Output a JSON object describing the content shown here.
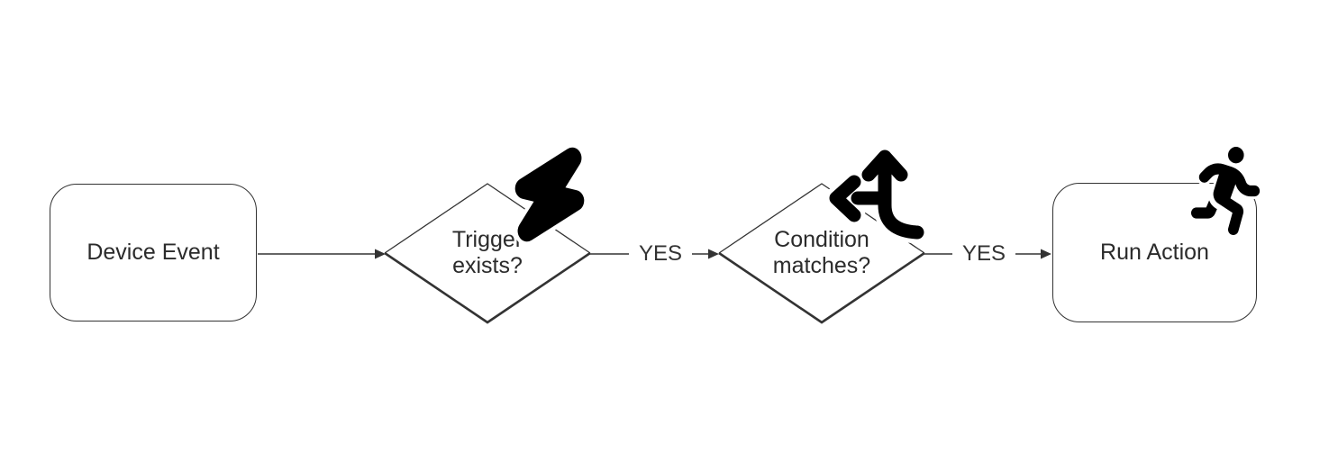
{
  "diagram": {
    "type": "flowchart",
    "background_color": "#ffffff",
    "stroke_color": "#333333",
    "text_color": "#2b2b2b",
    "icon_color": "#000000",
    "nodes": [
      {
        "id": "device-event",
        "shape": "rounded-rectangle",
        "label": "Device Event"
      },
      {
        "id": "trigger-exists",
        "shape": "diamond",
        "label": "Trigger exists?",
        "label_line1": "Trigger",
        "label_line2": "exists?",
        "icon": "lightning-bolt"
      },
      {
        "id": "condition-matches",
        "shape": "diamond",
        "label": "Condition matches?",
        "label_line1": "Condition",
        "label_line2": "matches?",
        "icon": "split-arrows-up-left"
      },
      {
        "id": "run-action",
        "shape": "rounded-rectangle",
        "label": "Run Action",
        "icon": "person-running"
      }
    ],
    "edges": [
      {
        "from": "device-event",
        "to": "trigger-exists",
        "label": ""
      },
      {
        "from": "trigger-exists",
        "to": "condition-matches",
        "label": "YES"
      },
      {
        "from": "condition-matches",
        "to": "run-action",
        "label": "YES"
      }
    ]
  }
}
